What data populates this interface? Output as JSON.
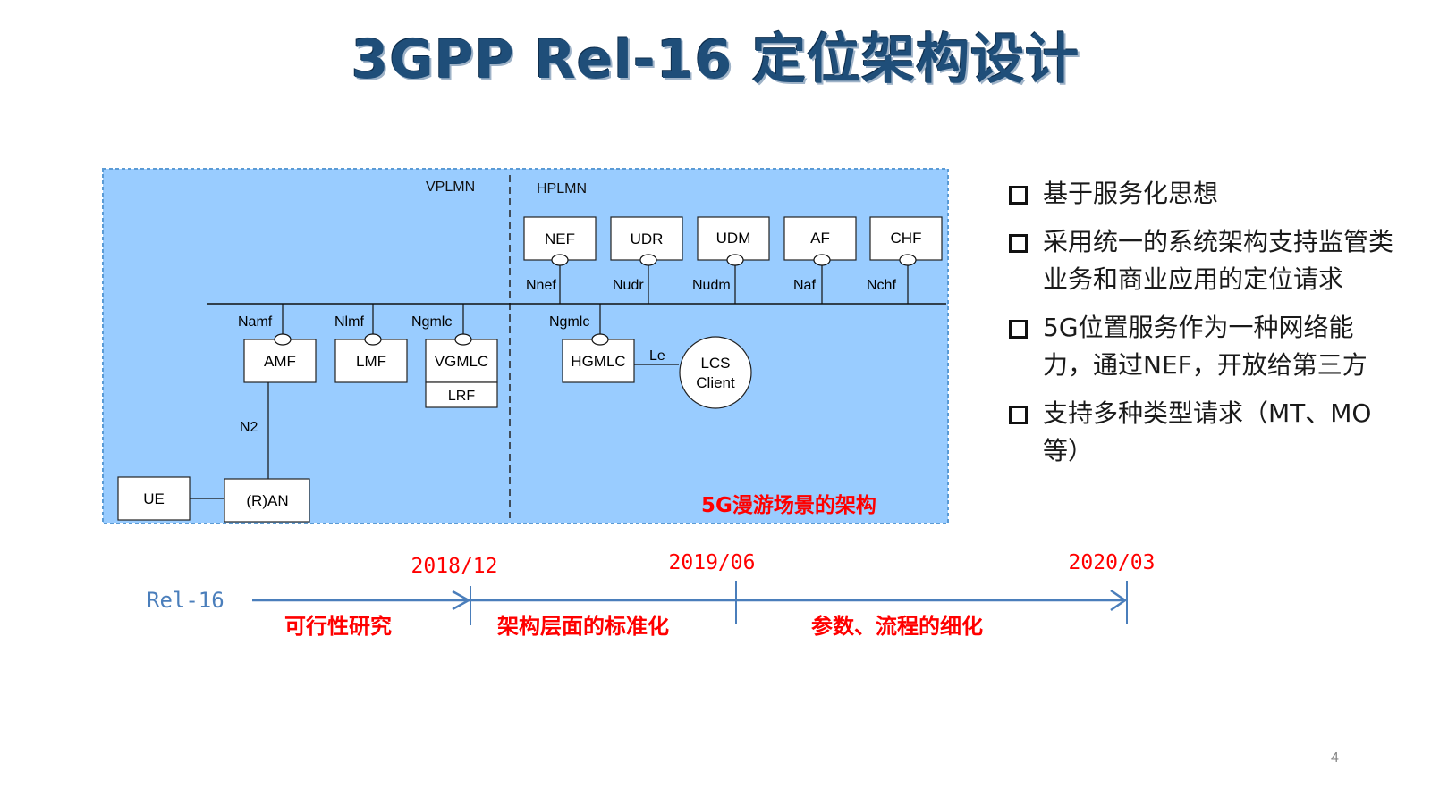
{
  "title": "3GPP Rel-16 定位架构设计",
  "diagram": {
    "regions": {
      "vplmn": "VPLMN",
      "hplmn": "HPLMN"
    },
    "top_nfs": [
      {
        "id": "nef",
        "name": "NEF",
        "interface": "Nnef"
      },
      {
        "id": "udr",
        "name": "UDR",
        "interface": "Nudr"
      },
      {
        "id": "udm",
        "name": "UDM",
        "interface": "Nudm"
      },
      {
        "id": "af",
        "name": "AF",
        "interface": "Naf"
      },
      {
        "id": "chf",
        "name": "CHF",
        "interface": "Nchf"
      }
    ],
    "amf": {
      "name": "AMF",
      "interface": "Namf"
    },
    "lmf": {
      "name": "LMF",
      "interface": "Nlmf"
    },
    "vgmlc": {
      "name": "VGMLC",
      "sub": "LRF",
      "interface": "Ngmlc"
    },
    "hgmlc": {
      "name": "HGMLC",
      "interface": "Ngmlc"
    },
    "lcs_client": {
      "line1": "LCS",
      "line2": "Client"
    },
    "le_label": "Le",
    "n2_label": "N2",
    "ue": "UE",
    "ran": "(R)AN",
    "caption": "5G漫游场景的架构",
    "colors": {
      "panel_fill": "#99CCFF",
      "panel_border": "#5B9BD5",
      "caption": "#FF0000"
    }
  },
  "bullets": [
    "基于服务化思想",
    "采用统一的系统架构支持监管类业务和商业应用的定位请求",
    "5G位置服务作为一种网络能力，通过NEF，开放给第三方",
    "支持多种类型请求（MT、MO等）"
  ],
  "timeline": {
    "label": "Rel-16",
    "dates": [
      "2018/12",
      "2019/06",
      "2020/03"
    ],
    "phases": [
      "可行性研究",
      "架构层面的标准化",
      "参数、流程的细化"
    ],
    "colors": {
      "axis": "#4A7EBB",
      "date": "#FF0000",
      "phase": "#FF0000",
      "label": "#4A7EBB"
    }
  },
  "page_number": "4"
}
